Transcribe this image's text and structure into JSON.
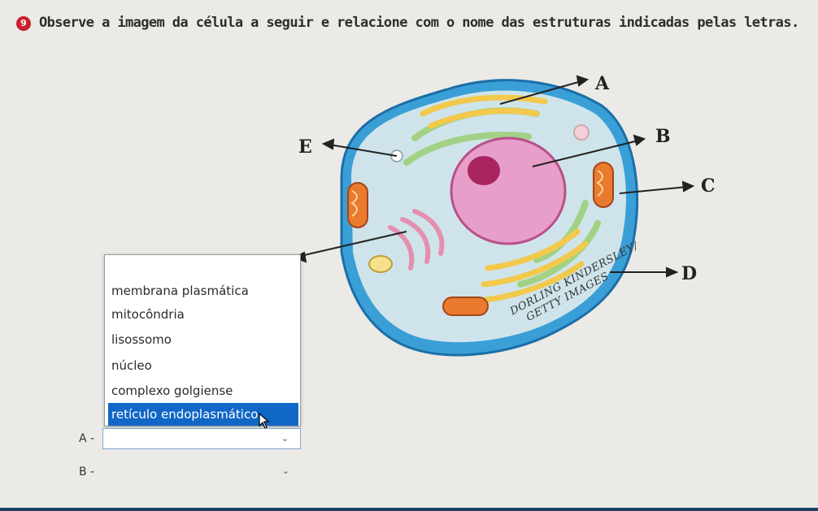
{
  "question": {
    "number": "9",
    "text": "Observe a imagem da célula a seguir e relacione com o nome das estruturas indicadas pelas letras."
  },
  "figure": {
    "labels": [
      "A",
      "B",
      "C",
      "D",
      "E"
    ],
    "credit_line1": "DORLING KINDERSLEY/",
    "credit_line2": "GETTY IMAGES"
  },
  "dropdown": {
    "options": [
      "membrana plasmática",
      "mitocôndria",
      "lisossomo",
      "núcleo",
      "complexo golgiense",
      "retículo endoplasmático"
    ],
    "selected_index": 5
  },
  "answers": [
    {
      "label": "A -",
      "value": ""
    },
    {
      "label": "B -",
      "value": ""
    }
  ],
  "icons": {
    "chevron": "chevron-down-icon",
    "cursor": "mouse-pointer-icon"
  }
}
